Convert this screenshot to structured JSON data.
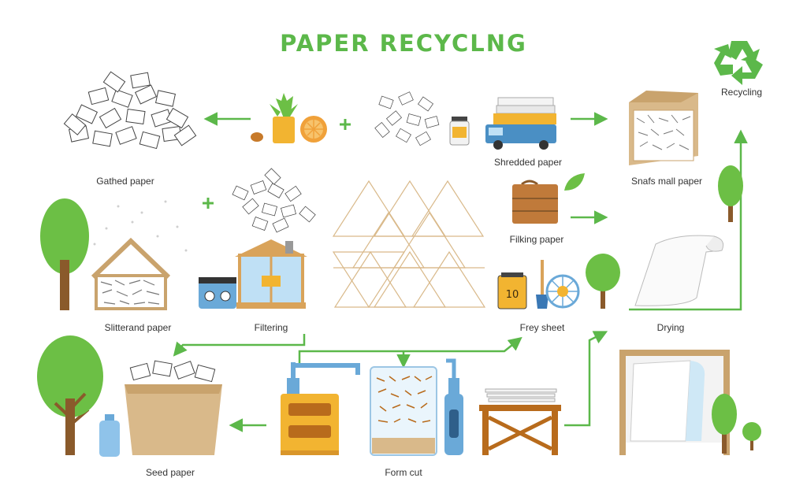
{
  "title": "PAPER RECYCLNG",
  "colors": {
    "accent": "#5cb84a",
    "tree": "#6cbf45",
    "trunk": "#8a5a2b",
    "box": "#d9b98a",
    "machine": "#f2b431",
    "blue": "#6aa9d8",
    "text": "#333333"
  },
  "labels": {
    "gathered": "Gathed paper",
    "shredded": "Shredded paper",
    "small": "Snafs mall paper",
    "recycling": "Recycling",
    "slittered": "Slitterand paper",
    "filtering": "Filtering",
    "filking": "Filking paper",
    "frey": "Frey sheet",
    "drying": "Drying",
    "seed": "Seed paper",
    "form": "Form cut"
  },
  "gauge_number": "10",
  "icons": [
    "paper-pile-icon",
    "plant-pot-icon",
    "orange-slice-icon",
    "plus-icon",
    "jar-icon",
    "truck-icon",
    "crate-icon",
    "recycle-icon",
    "tree-icon",
    "shelter-icon",
    "tank-house-icon",
    "control-box-icon",
    "wood-box-icon",
    "leaf-icon",
    "gauge-icon",
    "shovel-icon",
    "wheel-icon",
    "paper-roll-icon",
    "cardboard-box-icon",
    "bottle-icon",
    "press-machine-icon",
    "glass-tank-icon",
    "pump-icon",
    "wood-table-icon",
    "drying-frame-icon"
  ]
}
